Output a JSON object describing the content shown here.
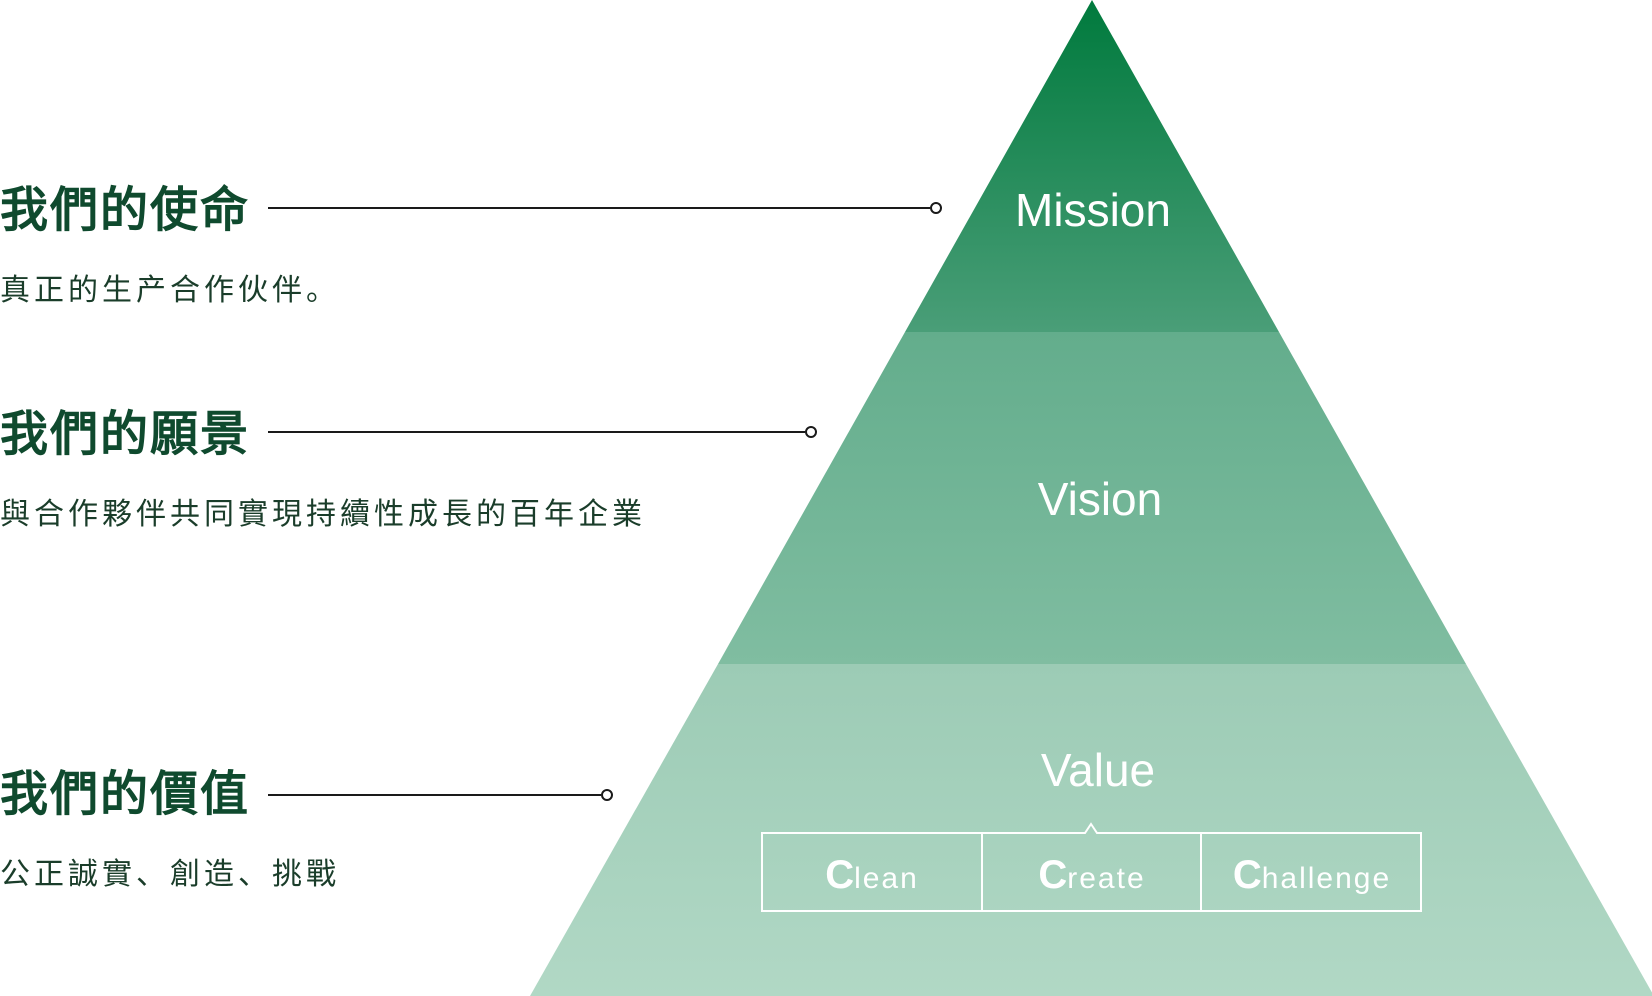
{
  "sections": {
    "mission": {
      "heading": "我們的使命",
      "description": "真正的生产合作伙伴。",
      "tier_label": "Mission"
    },
    "vision": {
      "heading": "我們的願景",
      "description": "與合作夥伴共同實現持續性成長的百年企業",
      "tier_label": "Vision"
    },
    "value": {
      "heading": "我們的價值",
      "description": "公正誠實、創造、挑戰",
      "tier_label": "Value",
      "items": [
        {
          "initial": "C",
          "rest": "lean"
        },
        {
          "initial": "C",
          "rest": "reate"
        },
        {
          "initial": "C",
          "rest": "hallenge"
        }
      ]
    }
  },
  "colors": {
    "heading": "#0f4a2e",
    "connector_line": "#1a1a1a",
    "top_tier_start": "#007a3d",
    "top_tier_end": "#4a9e78",
    "middle_tier_start": "#63ad8c",
    "middle_tier_end": "#80bda1",
    "bottom_tier_start": "#9ccbb5",
    "bottom_tier_end": "#b1d8c5",
    "tier_text": "#ffffff"
  }
}
